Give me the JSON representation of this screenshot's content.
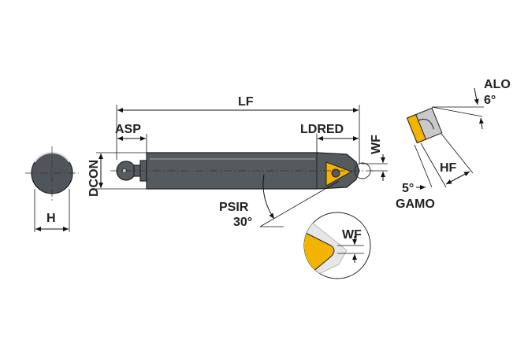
{
  "labels": {
    "lf": "LF",
    "asp": "ASP",
    "ldred": "LDRED",
    "wf_main": "WF",
    "dcon": "DCON",
    "h": "H",
    "psir": "PSIR",
    "psir_angle": "30°",
    "wf_detail": "WF",
    "alo": "ALO",
    "alo_angle": "6°",
    "hf": "HF",
    "gamo_angle": "5°",
    "gamo": "GAMO"
  },
  "colors": {
    "tool_body": "#555a5f",
    "insert": "#f2b400",
    "line": "#111111",
    "ghost": "#e6e6e6"
  }
}
